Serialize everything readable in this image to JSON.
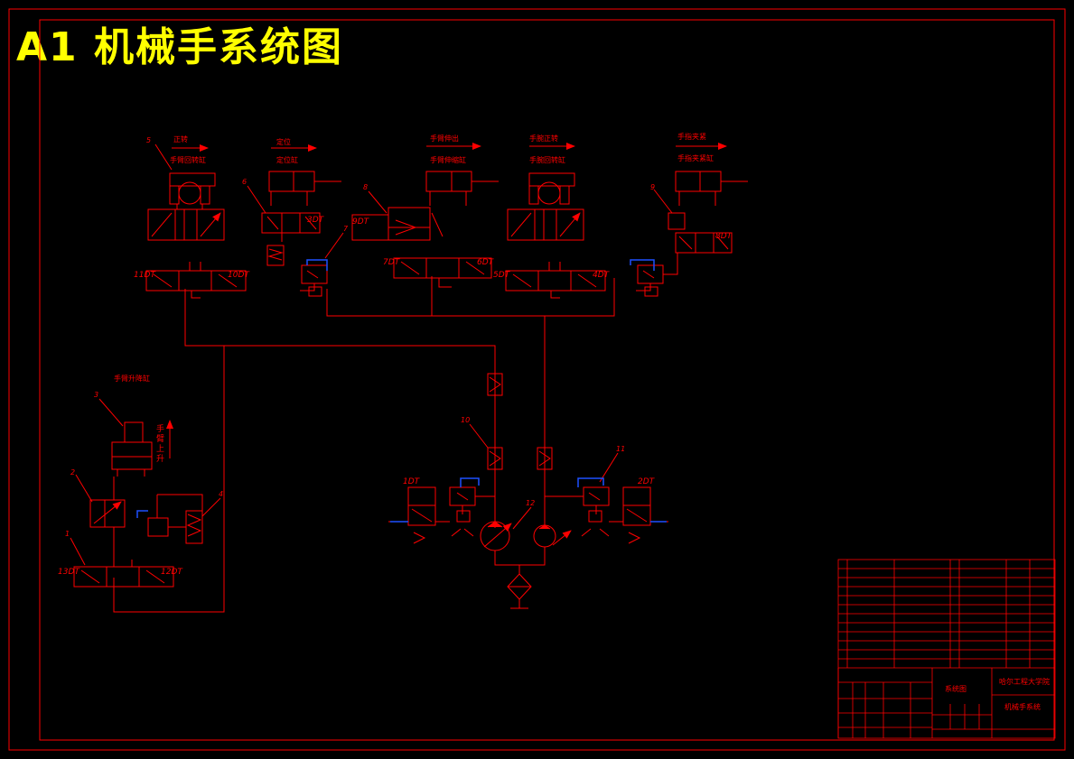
{
  "title": "A1  机械手系统图",
  "colors": {
    "line": "#ff0000",
    "blue": "#1e50ff",
    "title": "#ffff00",
    "bg": "#000000"
  },
  "labels": {
    "cyl5": {
      "action": "正转",
      "name": "手臂回转缸"
    },
    "cyl6": {
      "action": "定位",
      "name": "定位缸"
    },
    "cyl8": {
      "action": "手臂伸出",
      "name": "手臂伸缩缸"
    },
    "cyl_mid": {
      "action": "手腕正转",
      "name": "手腕回转缸"
    },
    "cyl9": {
      "action": "手指夹紧",
      "name": "手指夹紧缸"
    },
    "cyl3": {
      "name": "手臂升降缸",
      "action": "手臂上升"
    }
  },
  "solenoids": {
    "s11": "11DT",
    "s10": "10DT",
    "s3": "3DT",
    "s9": "9DT",
    "s7": "7DT",
    "s6": "6DT",
    "s5": "5DT",
    "s4": "4DT",
    "s8": "8DT",
    "s1": "1DT",
    "s2": "2DT",
    "s13": "13DT",
    "s12": "12DT"
  },
  "item_numbers": {
    "n1": "1",
    "n2": "2",
    "n3": "3",
    "n4": "4",
    "n5": "5",
    "n6": "6",
    "n7": "7",
    "n8": "8",
    "n9": "9",
    "n10": "10",
    "n11": "11",
    "n12": "12"
  },
  "title_block": {
    "drawing_name": "系统图",
    "school": "哈尔工程大学院",
    "subject": "机械手系统",
    "parts": [
      "",
      "",
      "",
      "",
      "",
      "",
      "",
      "",
      "",
      "",
      "",
      "",
      ""
    ]
  }
}
